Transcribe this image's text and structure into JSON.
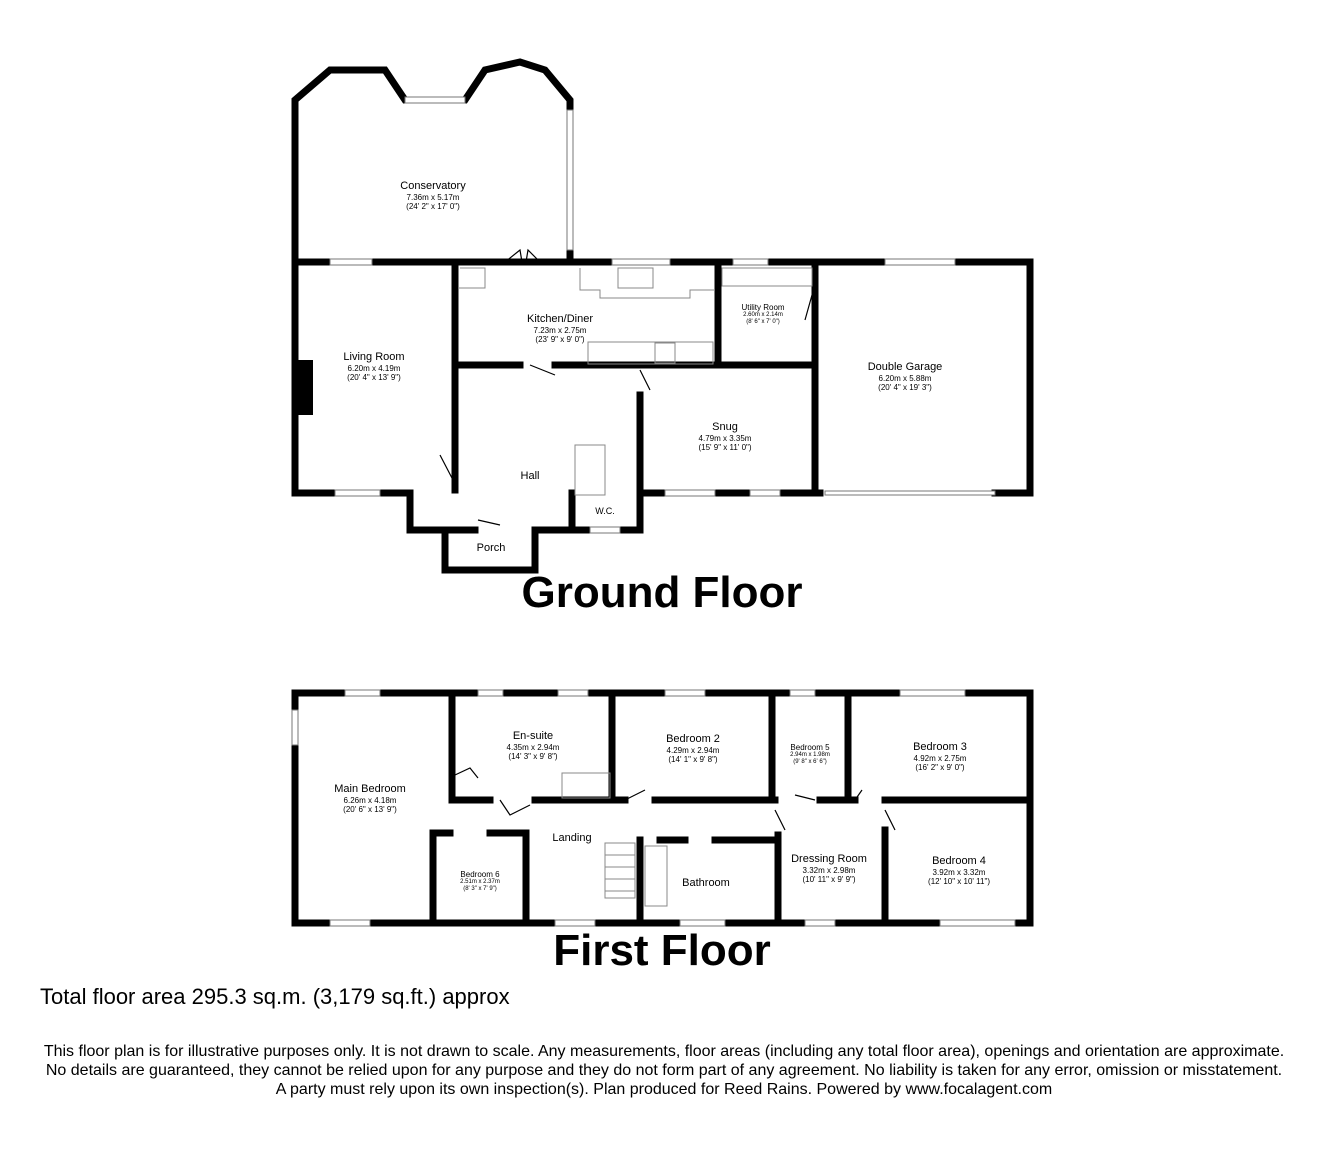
{
  "ground_floor": {
    "title": "Ground Floor",
    "rooms": [
      {
        "name": "Conservatory",
        "metric": "7.36m x 5.17m",
        "imperial": "(24' 2\" x 17' 0\")"
      },
      {
        "name": "Kitchen/Diner",
        "metric": "7.23m x 2.75m",
        "imperial": "(23' 9\" x 9' 0\")"
      },
      {
        "name": "Utility Room",
        "metric": "2.60m x 2.14m",
        "imperial": "(8' 6\" x 7' 0\")"
      },
      {
        "name": "Living Room",
        "metric": "6.20m x 4.19m",
        "imperial": "(20' 4\" x 13' 9\")"
      },
      {
        "name": "Double Garage",
        "metric": "6.20m x 5.88m",
        "imperial": "(20' 4\" x 19' 3\")"
      },
      {
        "name": "Snug",
        "metric": "4.79m x 3.35m",
        "imperial": "(15' 9\" x 11' 0\")"
      },
      {
        "name": "Hall"
      },
      {
        "name": "W.C."
      },
      {
        "name": "Porch"
      }
    ]
  },
  "first_floor": {
    "title": "First Floor",
    "rooms": [
      {
        "name": "Main Bedroom",
        "metric": "6.26m x 4.18m",
        "imperial": "(20' 6\" x 13' 9\")"
      },
      {
        "name": "En-suite",
        "metric": "4.35m x 2.94m",
        "imperial": "(14' 3\" x 9' 8\")"
      },
      {
        "name": "Bedroom 2",
        "metric": "4.29m x 2.94m",
        "imperial": "(14' 1\" x 9' 8\")"
      },
      {
        "name": "Bedroom 5",
        "metric": "2.94m x 1.98m",
        "imperial": "(9' 8\" x 6' 6\")"
      },
      {
        "name": "Bedroom 3",
        "metric": "4.92m x 2.75m",
        "imperial": "(16' 2\" x 9' 0\")"
      },
      {
        "name": "Landing"
      },
      {
        "name": "Bedroom 6",
        "metric": "2.51m x 2.37m",
        "imperial": "(8' 3\" x 7' 9\")"
      },
      {
        "name": "Bathroom"
      },
      {
        "name": "Dressing Room",
        "metric": "3.32m x 2.98m",
        "imperial": "(10' 11\" x 9' 9\")"
      },
      {
        "name": "Bedroom 4",
        "metric": "3.92m x 3.32m",
        "imperial": "(12' 10\" x 10' 11\")"
      }
    ]
  },
  "total_area": "Total floor area 295.3 sq.m. (3,179 sq.ft.) approx",
  "disclaimer": "This floor plan is for illustrative purposes only. It is not drawn to scale. Any measurements, floor areas (including any total floor area), openings and orientation are approximate. No details are guaranteed, they cannot be relied upon for any purpose and they do not form part of any agreement. No liability is taken for any error, omission or misstatement. A party must rely upon its own inspection(s). Plan produced for Reed Rains. Powered by www.focalagent.com"
}
